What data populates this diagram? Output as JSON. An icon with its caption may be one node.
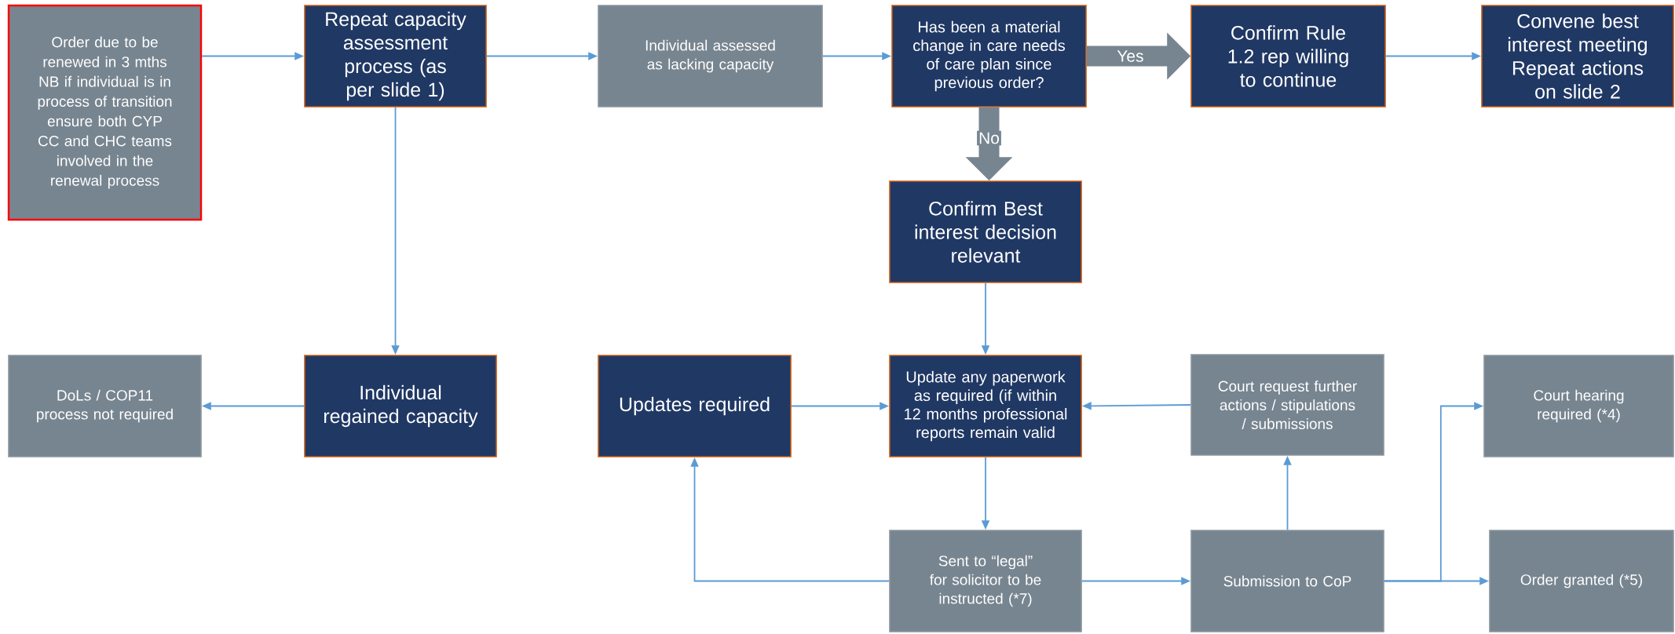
{
  "diagram": {
    "nodes": [
      {
        "text": [
          "Order due to be renewed in 3 mths NB if individual is in process of transition ensure both CYP CC and CHC teams involved in the renewal process"
        ]
      },
      {
        "text": [
          "Repeat capacity assessment process (as per slide 1)"
        ]
      },
      {
        "text": [
          "Individual assessed as lacking capacity"
        ]
      },
      {
        "text": [
          "Has been a material change in care needs of care plan since previous order?"
        ]
      },
      {
        "text": [
          "Confirm Rule 1.2 rep willing to continue"
        ]
      },
      {
        "text": [
          "Convene best interest meeting Repeat actions on slide 2"
        ]
      },
      {
        "text": [
          "Confirm Best interest decision relevant"
        ]
      },
      {
        "text": [
          "DoLs / COP11 process not required"
        ]
      },
      {
        "text": [
          "Individual regained capacity"
        ]
      },
      {
        "text": [
          "Updates required"
        ]
      },
      {
        "text": [
          "Update any paperwork as required (if within 12 months professional reports remain valid"
        ]
      },
      {
        "text": [
          "Court request further actions / stipulations / submissions"
        ]
      },
      {
        "text": [
          "Court hearing required (*4)"
        ]
      },
      {
        "text": [
          "Sent to “legal” for solicitor to be instructed (*7)"
        ]
      },
      {
        "text": [
          "Submission to CoP"
        ]
      },
      {
        "text": [
          "Order granted (*5)"
        ]
      }
    ],
    "edges": [
      {
        "from": 0,
        "to": 1,
        "arrow": "to"
      },
      {
        "from": 1,
        "to": 2,
        "arrow": "to"
      },
      {
        "from": 2,
        "to": 3,
        "arrow": "to"
      },
      {
        "from": 3,
        "to": 4,
        "arrow": "to",
        "label": "Yes",
        "style": "thick",
        "color": "#778590"
      },
      {
        "from": 4,
        "to": 5,
        "arrow": "to"
      },
      {
        "from": 3,
        "to": 6,
        "arrow": "to",
        "label": "No",
        "style": "thick",
        "color": "#778590"
      },
      {
        "from": 1,
        "to": 8,
        "arrow": "to"
      },
      {
        "from": 8,
        "to": 7,
        "arrow": "to"
      },
      {
        "from": 6,
        "to": 10,
        "arrow": "to"
      },
      {
        "from": 9,
        "to": 10,
        "arrow": "to"
      },
      {
        "from": 11,
        "to": 10,
        "arrow": "to"
      },
      {
        "from": 10,
        "to": 13,
        "arrow": "to"
      },
      {
        "from": 13,
        "to": 9,
        "arrow": "to"
      },
      {
        "from": 13,
        "to": 14,
        "arrow": "to"
      },
      {
        "from": 14,
        "to": 11,
        "arrow": "to"
      },
      {
        "from": 14,
        "to": 12,
        "arrow": "to"
      },
      {
        "from": 14,
        "to": 15,
        "arrow": "to"
      }
    ]
  }
}
